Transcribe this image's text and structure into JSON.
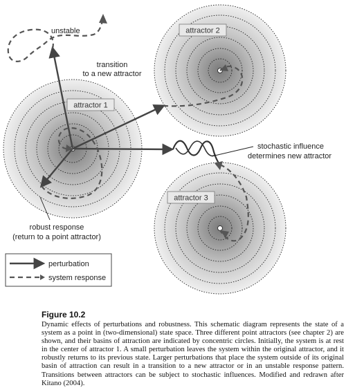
{
  "diagram": {
    "attractors": [
      {
        "id": "attractor-1",
        "label": "attractor 1"
      },
      {
        "id": "attractor-2",
        "label": "attractor 2"
      },
      {
        "id": "attractor-3",
        "label": "attractor 3"
      }
    ],
    "annotations": {
      "unstable": "unstable",
      "transition_line1": "transition",
      "transition_line2": "to a new attractor",
      "stochastic_line1": "stochastic influence",
      "stochastic_line2": "determines new attractor",
      "robust_line1": "robust response",
      "robust_line2": "(return to a point attractor)"
    },
    "legend": {
      "perturbation": "perturbation",
      "system_response": "system response"
    }
  },
  "caption": {
    "title": "Figure 10.2",
    "body": "Dynamic effects of perturbations and robustness. This schematic diagram represents the state of a system as a point in (two-dimensional) state space. Three different point attractors (see chapter 2) are shown, and their basins of attraction are indicated by concentric circles. Initially, the system is at rest in the center of attractor 1. A small perturbation leaves the system within the original attractor, and it robustly returns to its previous state. Larger perturbations that place the system outside of its original basin of attraction can result in a transition to a new attractor or in an unstable response pattern. Transitions between attractors can be subject to stochastic influences. Modified and redrawn after Kitano (2004)."
  },
  "colors": {
    "basin_center": "#7a7a7a",
    "basin_edge": "#ededed",
    "arrow": "#444444",
    "response": "#555555"
  }
}
